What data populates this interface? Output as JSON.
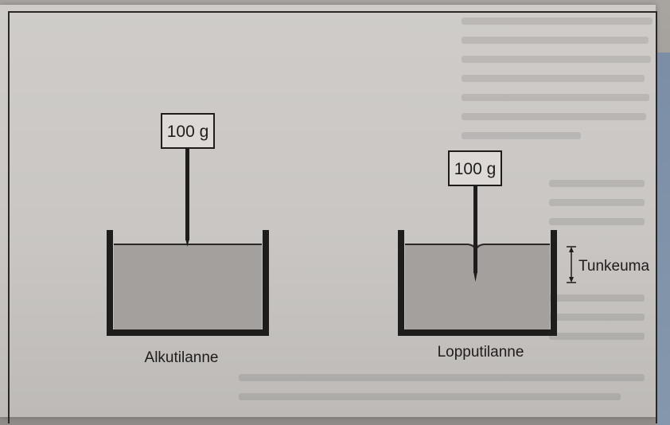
{
  "diagram": {
    "initial": {
      "weight_label": "100 g",
      "caption": "Alkutilanne"
    },
    "final": {
      "weight_label": "100 g",
      "caption": "Lopputilanne",
      "dimension_label": "Tunkeuma"
    }
  },
  "colors": {
    "liquid": "#a3a09d",
    "outline": "#1f1d1c",
    "paper": "#cbc8c5",
    "blue_edge": "#7f92a9"
  }
}
